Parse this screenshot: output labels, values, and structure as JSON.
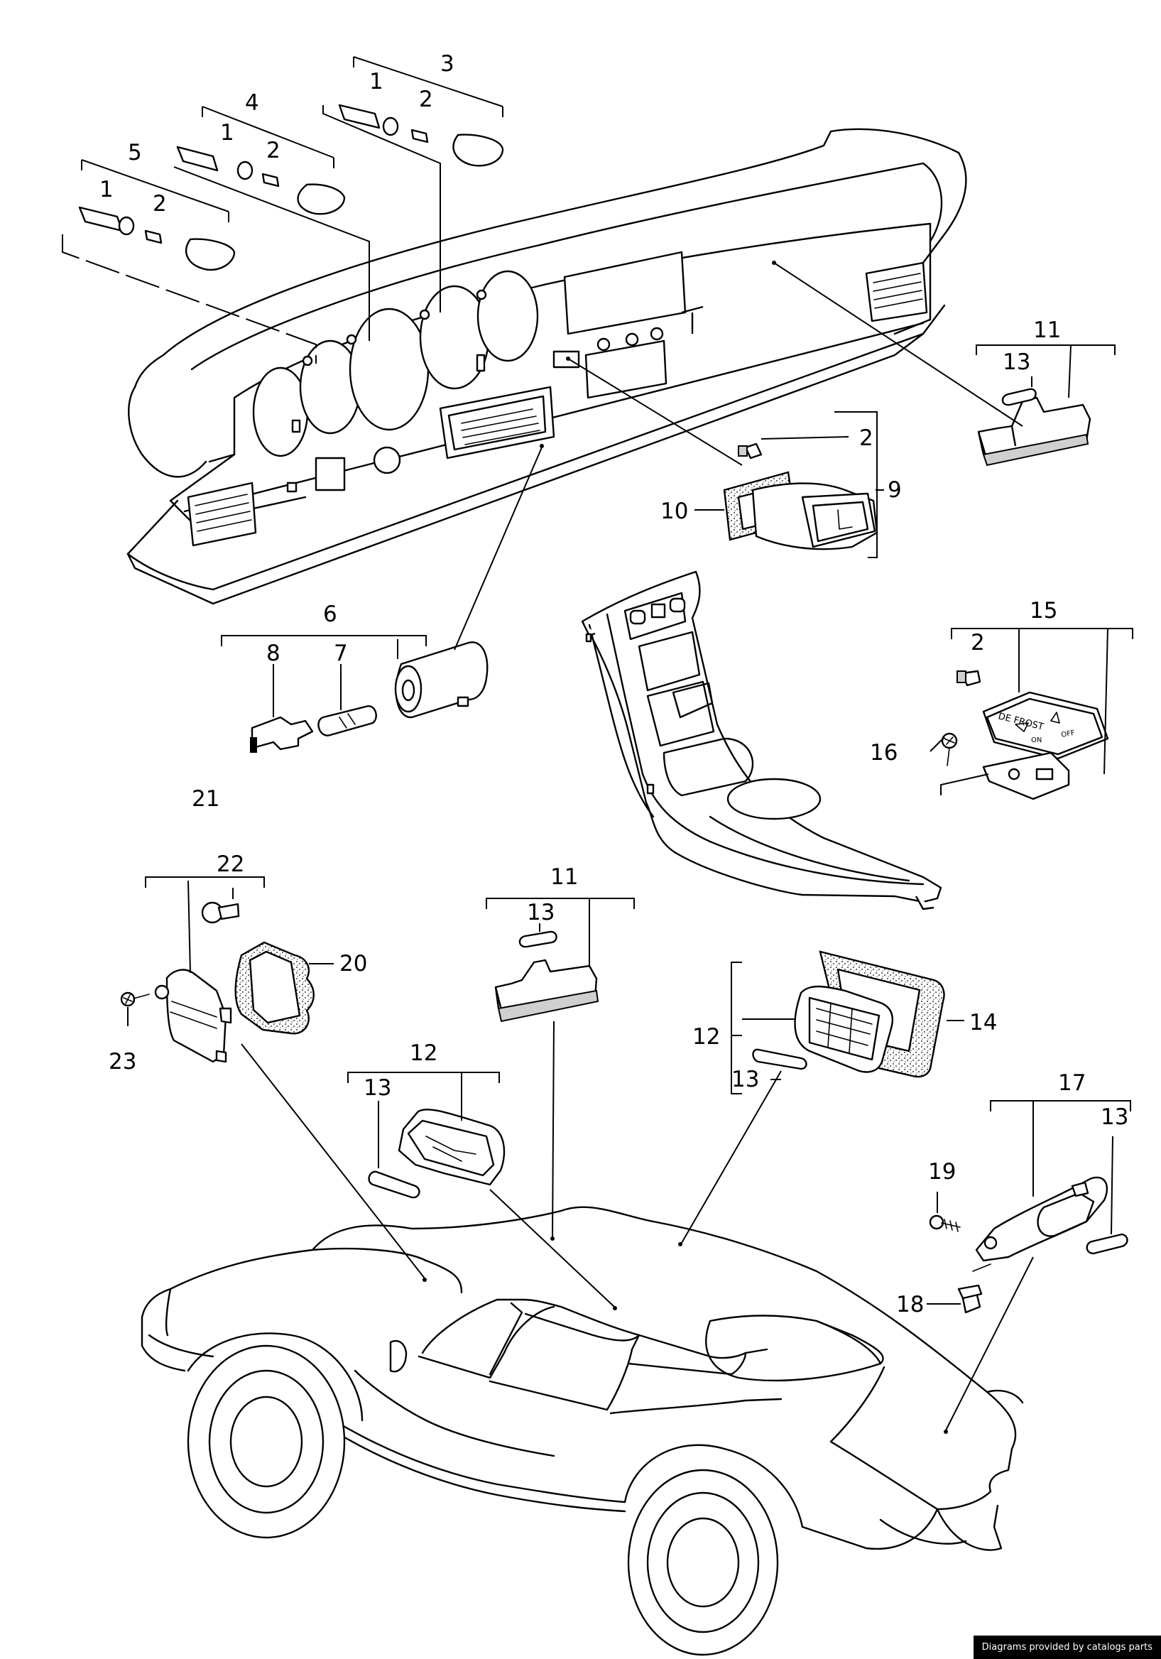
{
  "callouts": [
    "1",
    "2",
    "3",
    "4",
    "5",
    "6",
    "7",
    "8",
    "9",
    "10",
    "11",
    "12",
    "13",
    "14",
    "15",
    "16",
    "17",
    "18",
    "19",
    "20",
    "21",
    "22",
    "23"
  ],
  "switch_panel_text": {
    "title": "DE FROST",
    "on": "ON",
    "off": "OFF"
  },
  "credit": "Diagrams provided by catalogs parts"
}
